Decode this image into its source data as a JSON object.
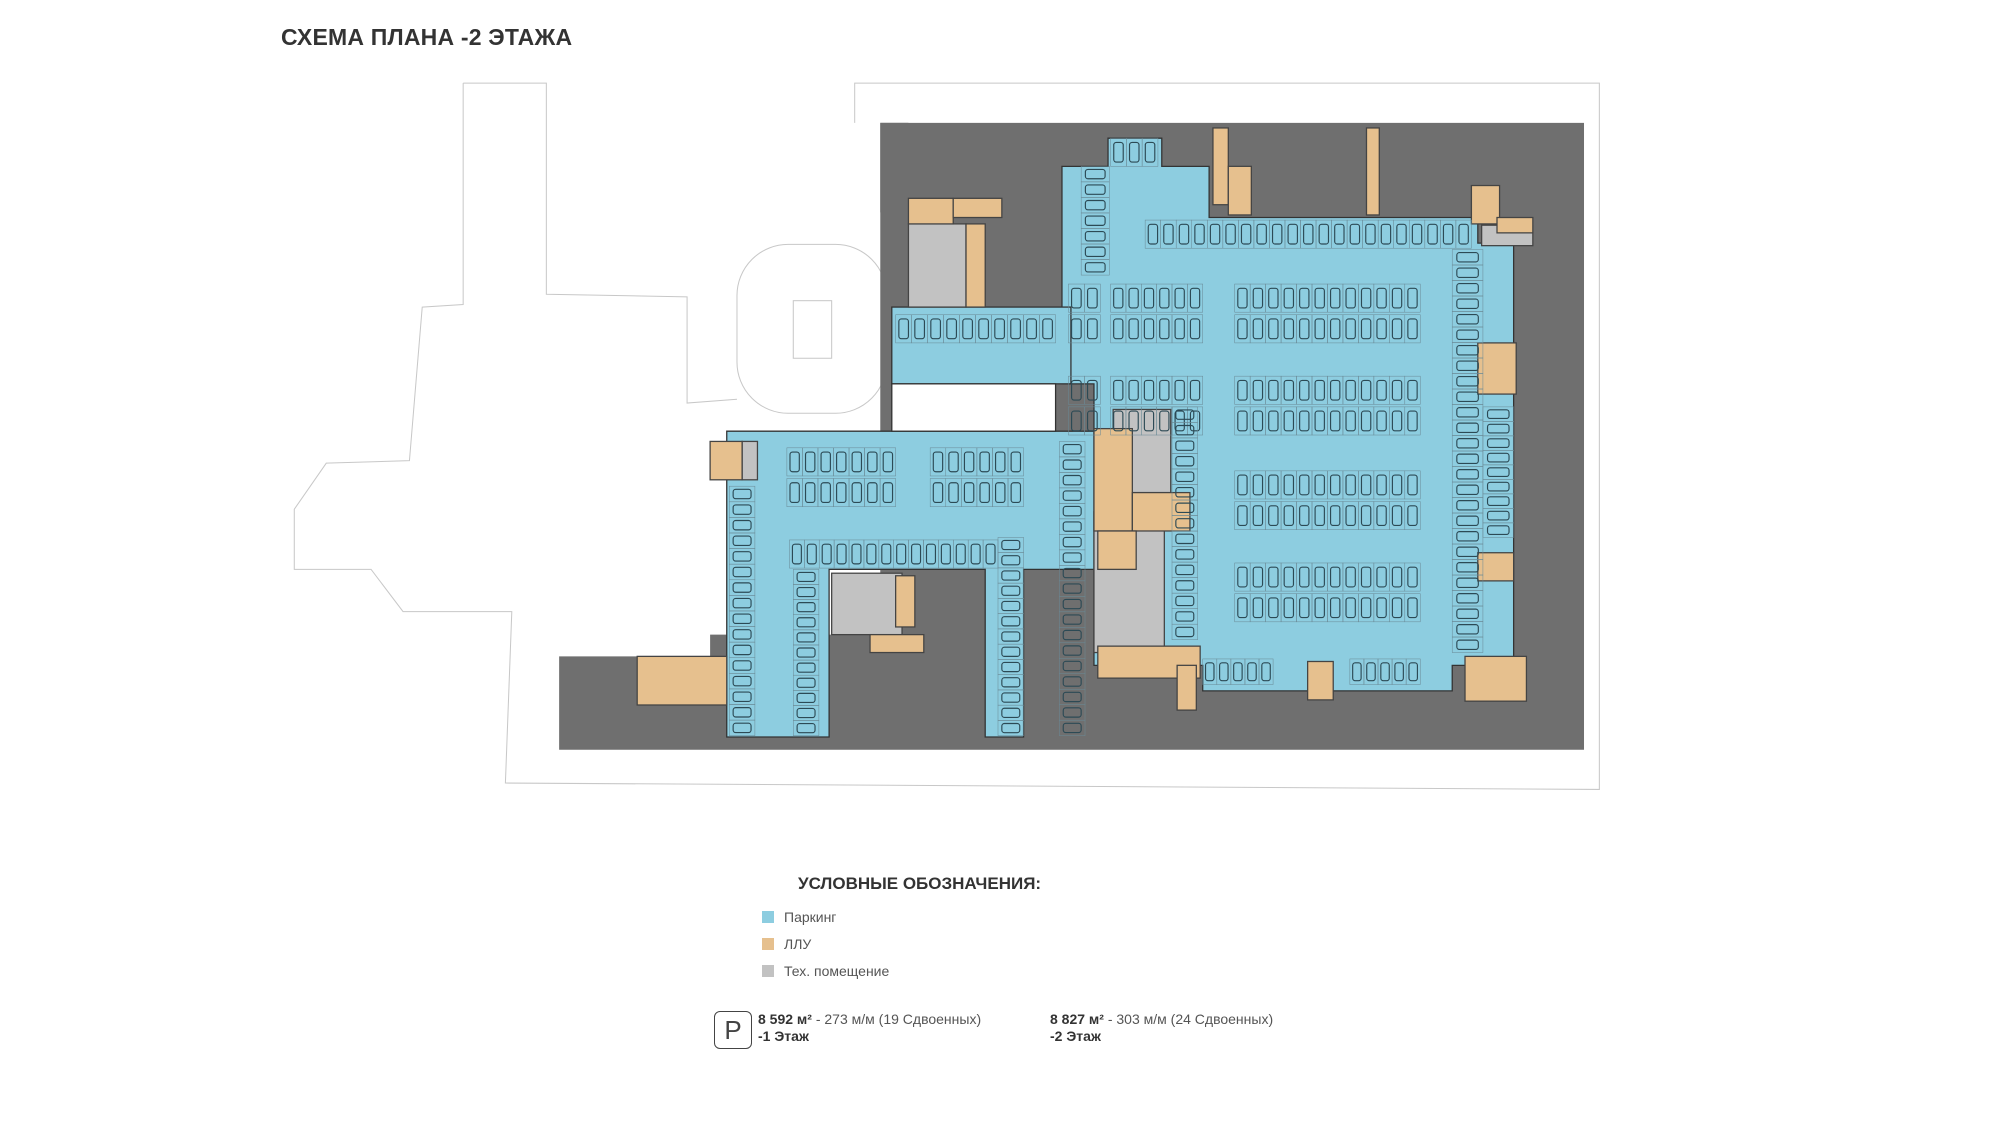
{
  "title": "СХЕМА ПЛАНА -2 ЭТАЖА",
  "legend": {
    "title": "УСЛОВНЫЕ ОБОЗНАЧЕНИЯ:",
    "items": [
      {
        "label": "Паркинг",
        "color": "#8dcde0"
      },
      {
        "label": "ЛЛУ",
        "color": "#e6c08e"
      },
      {
        "label": "Тех. помещение",
        "color": "#c2c2c2"
      }
    ]
  },
  "parking_icon": "P",
  "stats": [
    {
      "area": "8 592 м²",
      "details": " - 273 м/м (19 Сдвоенных)",
      "floor": "-1 Этаж"
    },
    {
      "area": "8 827 м²",
      "details": " - 303 м/м (24 Сдвоенных)",
      "floor": "-2 Этаж"
    }
  ],
  "colors": {
    "surround": "#6f6f6f",
    "outline": "#bbbbbb"
  }
}
